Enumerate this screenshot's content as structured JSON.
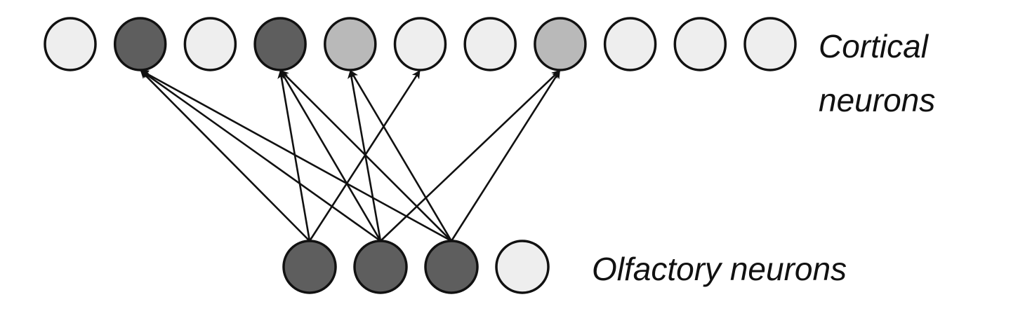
{
  "figure": {
    "colors": {
      "active": "#5e5e5e",
      "weak": "#b9b9b9",
      "inactive": "#eeeeee",
      "outline": "#111111",
      "arrow": "#111111"
    },
    "cortical_layer": {
      "label_lines": [
        "Cortical",
        "neurons"
      ],
      "neurons": [
        {
          "id": "c1",
          "state": "inactive"
        },
        {
          "id": "c2",
          "state": "active"
        },
        {
          "id": "c3",
          "state": "inactive"
        },
        {
          "id": "c4",
          "state": "active"
        },
        {
          "id": "c5",
          "state": "weak"
        },
        {
          "id": "c6",
          "state": "inactive"
        },
        {
          "id": "c7",
          "state": "inactive"
        },
        {
          "id": "c8",
          "state": "weak"
        },
        {
          "id": "c9",
          "state": "inactive"
        },
        {
          "id": "c10",
          "state": "inactive"
        },
        {
          "id": "c11",
          "state": "inactive"
        }
      ]
    },
    "olfactory_layer": {
      "label": "Olfactory neurons",
      "neurons": [
        {
          "id": "o1",
          "state": "active"
        },
        {
          "id": "o2",
          "state": "active"
        },
        {
          "id": "o3",
          "state": "active"
        },
        {
          "id": "o4",
          "state": "inactive"
        }
      ]
    },
    "connections": [
      {
        "from": "o1",
        "to": "c2"
      },
      {
        "from": "o1",
        "to": "c4"
      },
      {
        "from": "o1",
        "to": "c6"
      },
      {
        "from": "o2",
        "to": "c2"
      },
      {
        "from": "o2",
        "to": "c4"
      },
      {
        "from": "o2",
        "to": "c5"
      },
      {
        "from": "o2",
        "to": "c8"
      },
      {
        "from": "o3",
        "to": "c2"
      },
      {
        "from": "o3",
        "to": "c4"
      },
      {
        "from": "o3",
        "to": "c5"
      },
      {
        "from": "o3",
        "to": "c8"
      }
    ]
  }
}
